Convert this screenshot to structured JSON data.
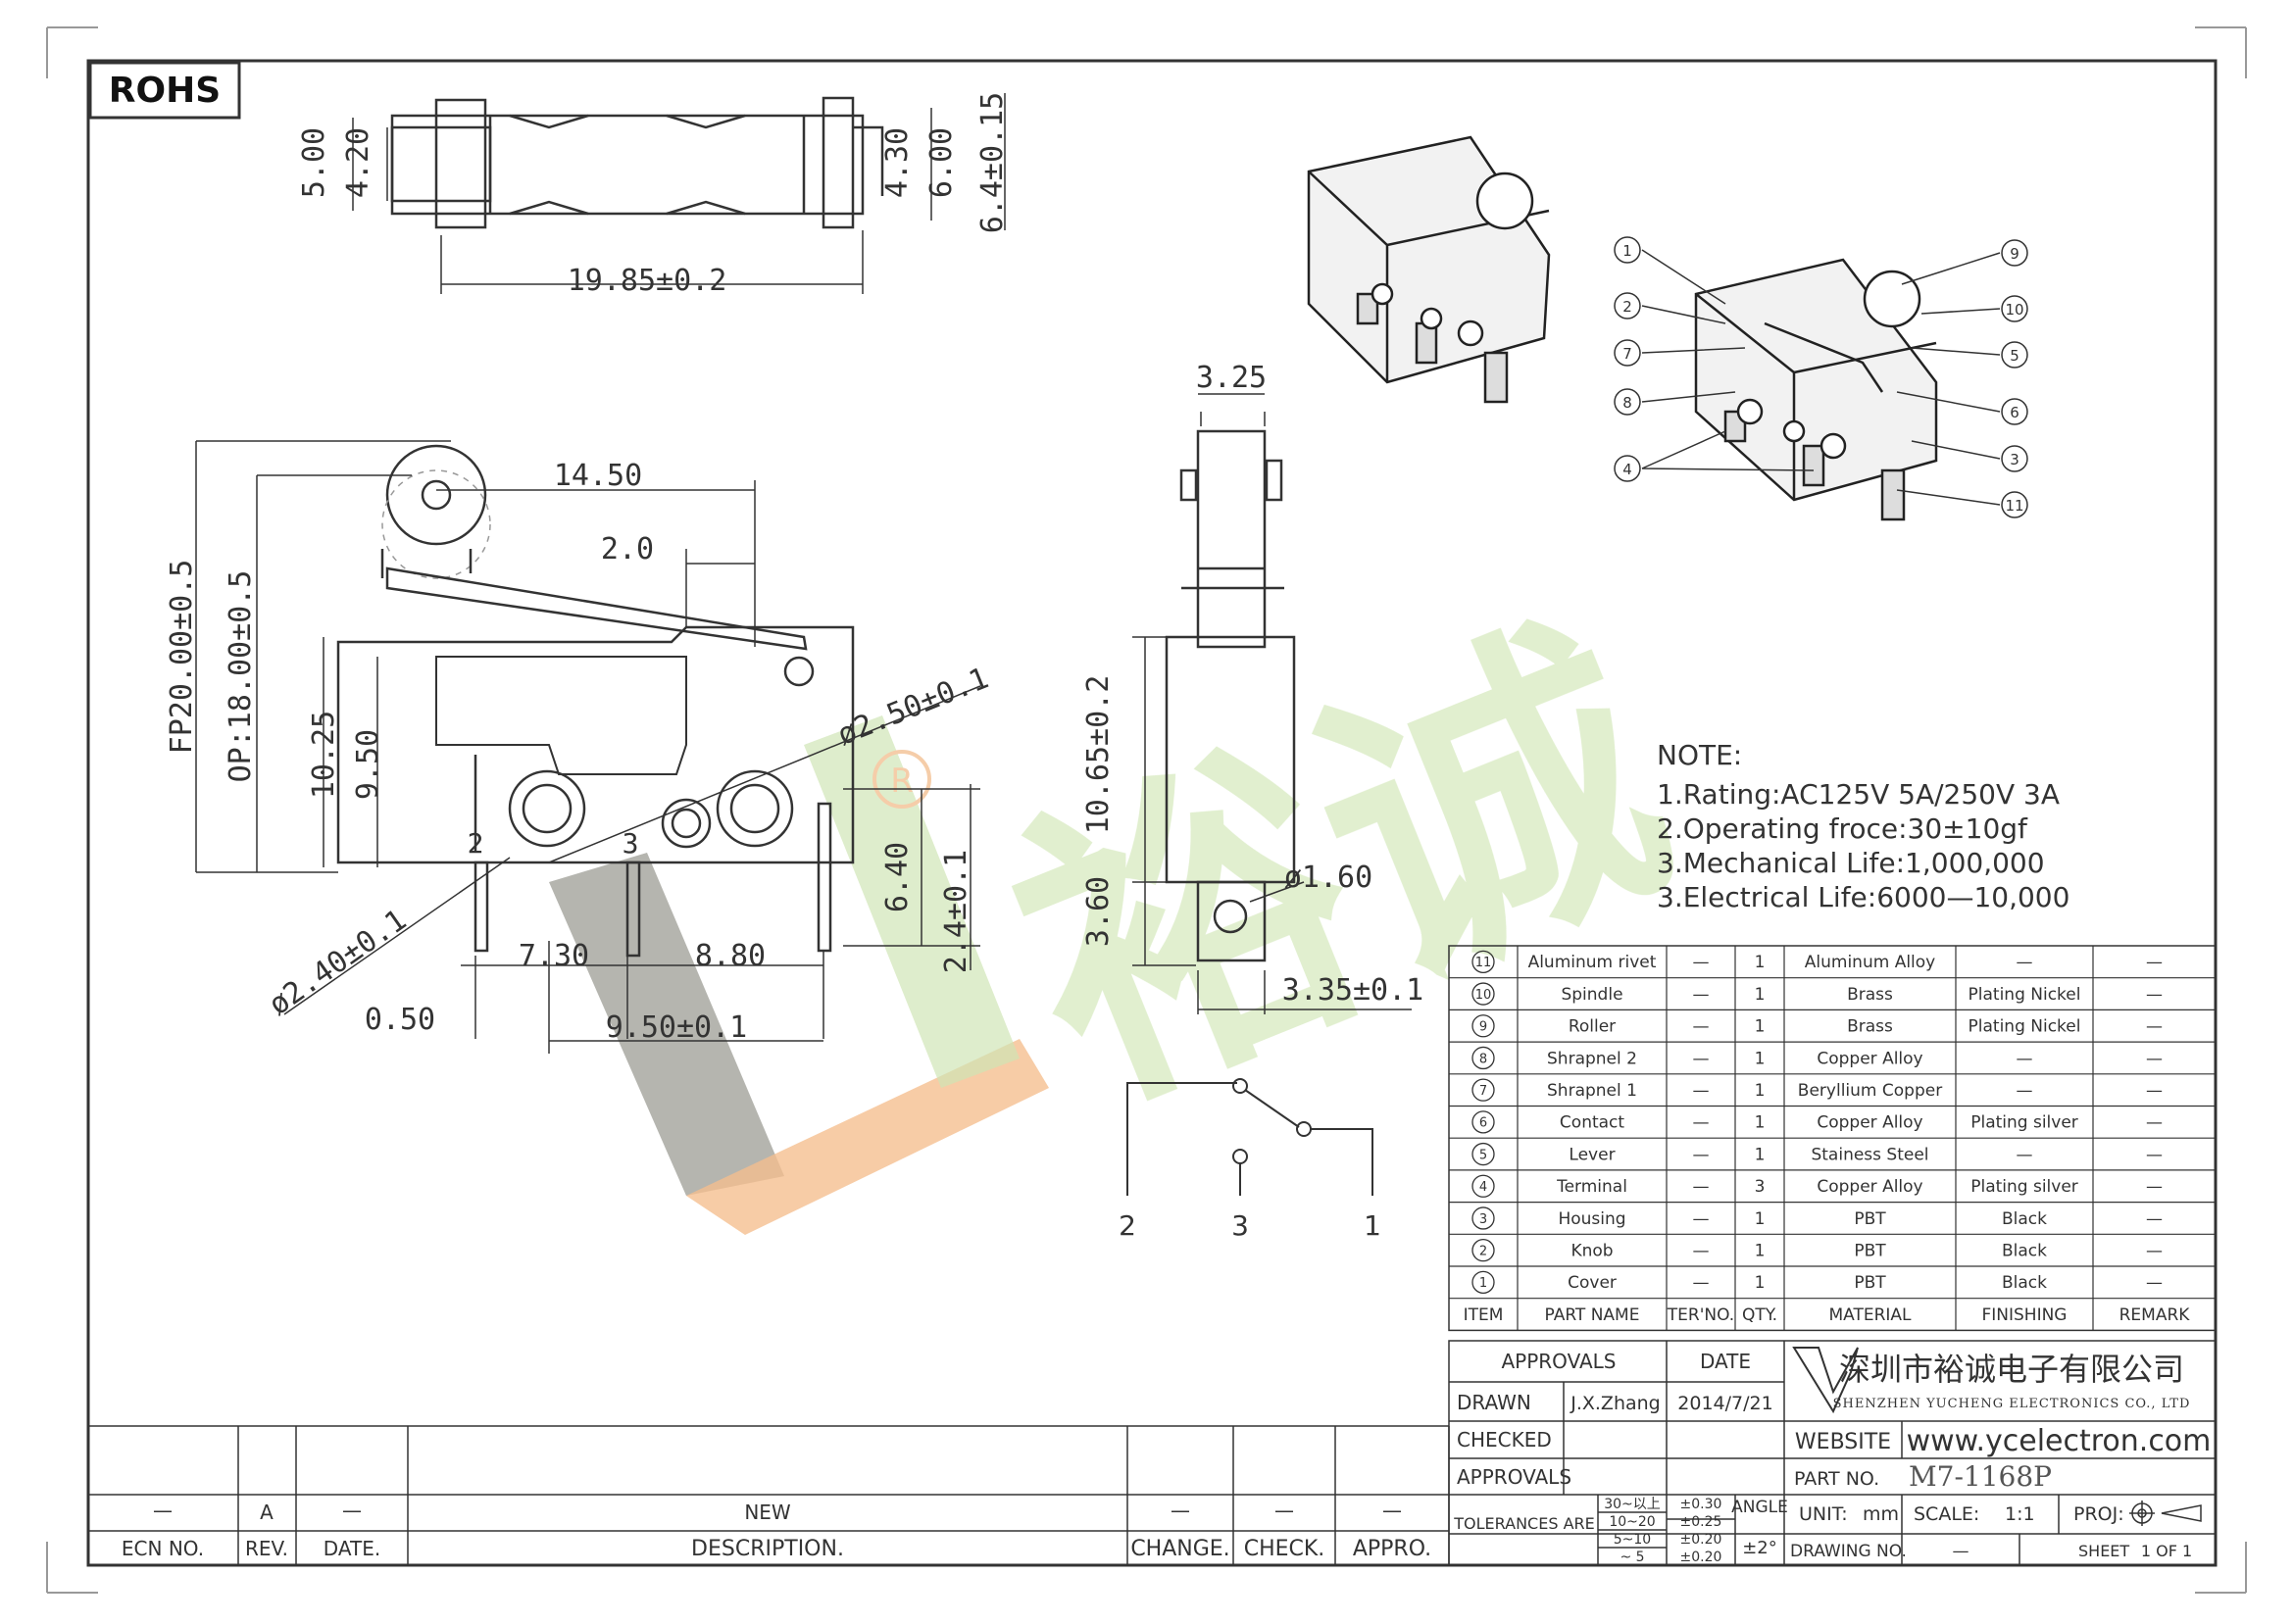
{
  "rohs": "ROHS",
  "top_view": {
    "dims": [
      "5.00",
      "4.20",
      "4.30",
      "6.00",
      "6.4±0.15",
      "19.85±0.2"
    ]
  },
  "front_view": {
    "dims": {
      "width": "14.50",
      "lever": "2.0",
      "fp": "FP20.00±0.5",
      "op": "OP:18.00±0.5",
      "h1": "10.25",
      "h2": "9.50",
      "hole_dia": "ø2.50±0.1",
      "pin_dia": "ø2.40±0.1",
      "w1": "7.30",
      "w2": "8.80",
      "pin_w": "0.50",
      "pitch": "9.50±0.1",
      "h3": "6.40",
      "h4": "2.4±0.1"
    },
    "terminals": [
      "2",
      "3"
    ]
  },
  "side_view": {
    "dims": {
      "top": "3.25",
      "height": "10.65±0.2",
      "term": "3.60",
      "dia": "ø1.60",
      "width": "3.35±0.1"
    }
  },
  "schematic": {
    "labels": [
      "2",
      "3",
      "1"
    ]
  },
  "iso_balloons": [
    "1",
    "2",
    "7",
    "8",
    "4",
    "9",
    "10",
    "5",
    "6",
    "3",
    "11"
  ],
  "notes": {
    "title": "NOTE:",
    "lines": [
      "1.Rating:AC125V  5A/250V  3A",
      "2.Operating  froce:30±10gf",
      "3.Mechanical  Life:1,000,000",
      "3.Electrical  Life:6000—10,000"
    ]
  },
  "bom": {
    "headers": [
      "ITEM",
      "PART NAME",
      "TER'NO.",
      "QTY.",
      "MATERIAL",
      "FINISHING",
      "REMARK"
    ],
    "rows": [
      {
        "item": "11",
        "name": "Aluminum  rivet",
        "ter": "—",
        "qty": "1",
        "material": "Aluminum  Alloy",
        "finish": "—",
        "remark": "—"
      },
      {
        "item": "10",
        "name": "Spindle",
        "ter": "—",
        "qty": "1",
        "material": "Brass",
        "finish": "Plating  Nickel",
        "remark": "—"
      },
      {
        "item": "9",
        "name": "Roller",
        "ter": "—",
        "qty": "1",
        "material": "Brass",
        "finish": "Plating  Nickel",
        "remark": "—"
      },
      {
        "item": "8",
        "name": "Shrapnel  2",
        "ter": "—",
        "qty": "1",
        "material": "Copper  Alloy",
        "finish": "—",
        "remark": "—"
      },
      {
        "item": "7",
        "name": "Shrapnel  1",
        "ter": "—",
        "qty": "1",
        "material": "Beryllium  Copper",
        "finish": "—",
        "remark": "—"
      },
      {
        "item": "6",
        "name": "Contact",
        "ter": "—",
        "qty": "1",
        "material": "Copper  Alloy",
        "finish": "Plating  silver",
        "remark": "—"
      },
      {
        "item": "5",
        "name": "Lever",
        "ter": "—",
        "qty": "1",
        "material": "Stainess  Steel",
        "finish": "—",
        "remark": "—"
      },
      {
        "item": "4",
        "name": "Terminal",
        "ter": "—",
        "qty": "3",
        "material": "Copper  Alloy",
        "finish": "Plating  silver",
        "remark": "—"
      },
      {
        "item": "3",
        "name": "Housing",
        "ter": "—",
        "qty": "1",
        "material": "PBT",
        "finish": "Black",
        "remark": "—"
      },
      {
        "item": "2",
        "name": "Knob",
        "ter": "—",
        "qty": "1",
        "material": "PBT",
        "finish": "Black",
        "remark": "—"
      },
      {
        "item": "1",
        "name": "Cover",
        "ter": "—",
        "qty": "1",
        "material": "PBT",
        "finish": "Black",
        "remark": "—"
      }
    ]
  },
  "title_block": {
    "approvals": "APPROVALS",
    "date": "DATE",
    "drawn": "DRAWN",
    "drawn_by": "J.X.Zhang",
    "drawn_date": "2014/7/21",
    "checked": "CHECKED",
    "approvals2": "APPROVALS",
    "company_cn": "深圳市裕诚电子有限公司",
    "company_en": "SHENZHEN YUCHENG ELECTRONICS CO., LTD",
    "website_label": "WEBSITE",
    "website": "www.ycelectron.com",
    "part_no_label": "PART NO.",
    "part_no": "M7-1168P",
    "tol_label": "TOLERANCES ARE",
    "tol_rows": [
      [
        "30~以上",
        "±0.30"
      ],
      [
        "10~20",
        "±0.25"
      ],
      [
        "5~10",
        "±0.20"
      ],
      [
        "~ 5",
        "±0.20"
      ]
    ],
    "angle_label": "ANGLE",
    "angle": "±2°",
    "unit_label": "UNIT:",
    "unit": "mm",
    "scale_label": "SCALE:",
    "scale": "1:1",
    "proj_label": "PROJ:",
    "drawing_no_label": "DRAWING NO.",
    "drawing_no": "—",
    "sheet_label": "SHEET",
    "sheet": "1  OF  1"
  },
  "revision": {
    "row": {
      "ecn": "—",
      "rev": "A",
      "date": "—",
      "desc": "NEW",
      "change": "—",
      "check": "—",
      "appro": "—"
    },
    "headers": [
      "ECN NO.",
      "REV.",
      "DATE.",
      "DESCRIPTION.",
      "CHANGE.",
      "CHECK.",
      "APPRO."
    ]
  },
  "watermark": {
    "text": "裕诚",
    "reg": "®"
  }
}
